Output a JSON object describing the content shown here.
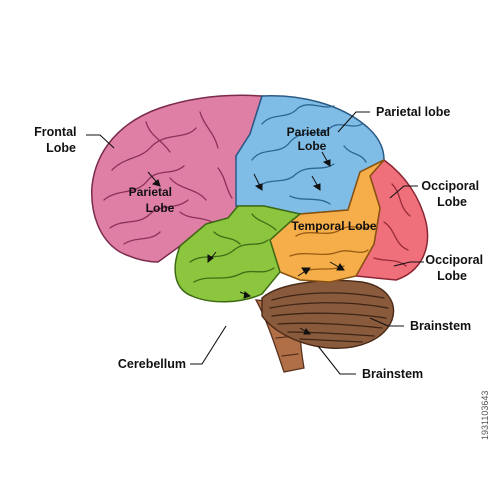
{
  "labels": {
    "frontal_lobe": [
      "Frontal",
      "Lobe"
    ],
    "parietal_lobe_top": "Parietal lobe",
    "occipital_lobe_upper": [
      "Occiporal",
      "Lobe"
    ],
    "occipital_lobe_lower": [
      "Occiporal",
      "Lobe"
    ],
    "brainstem_upper": "Brainstem",
    "brainstem_lower": "Brainstem",
    "cerebellum": "Cerebellum",
    "inner_parietal_upper": [
      "Parietal",
      "Lobe"
    ],
    "inner_parietal_left": [
      "Parietal",
      "Lobe"
    ],
    "inner_temporal": "Temporal Lobe"
  },
  "stock_id": "1931103643",
  "colors": {
    "frontal": "#e07fa6",
    "parietal": "#7fbde6",
    "temporal_orange": "#f6ae4a",
    "occipital": "#ef6f7b",
    "green": "#8cc63f",
    "cerebellum": "#8a5a3c",
    "brainstem": "#b06f47"
  }
}
